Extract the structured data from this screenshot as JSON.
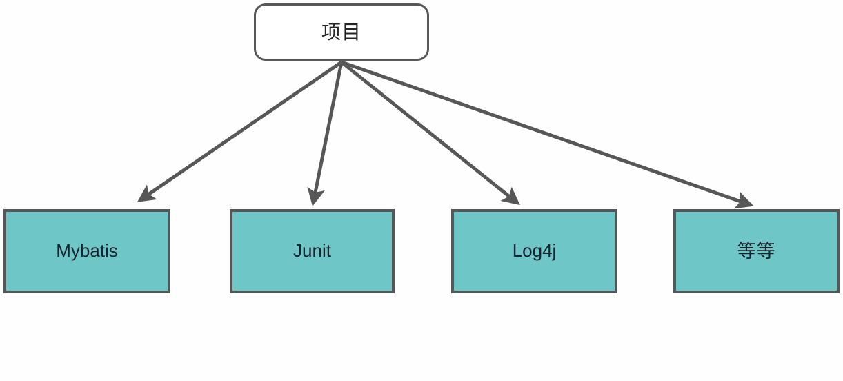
{
  "diagram": {
    "title_node": {
      "id": "root",
      "label": "项目",
      "shape": "rounded-rectangle",
      "fill": "#ffffff",
      "stroke": "#575757"
    },
    "leaf_nodes": [
      {
        "id": "mybatis",
        "label": "Mybatis",
        "shape": "rectangle",
        "fill": "#6ec6c6",
        "stroke": "#50585a"
      },
      {
        "id": "junit",
        "label": "Junit",
        "shape": "rectangle",
        "fill": "#6ec6c6",
        "stroke": "#50585a"
      },
      {
        "id": "log4j",
        "label": "Log4j",
        "shape": "rectangle",
        "fill": "#6ec6c6",
        "stroke": "#50585a"
      },
      {
        "id": "dengdeng",
        "label": "等等",
        "shape": "rectangle",
        "fill": "#6ec6c6",
        "stroke": "#50585a"
      }
    ],
    "edges": [
      {
        "from": "root",
        "to": "mybatis",
        "style": "solid-arrow",
        "color": "#575757"
      },
      {
        "from": "root",
        "to": "junit",
        "style": "solid-arrow",
        "color": "#575757"
      },
      {
        "from": "root",
        "to": "log4j",
        "style": "solid-arrow",
        "color": "#575757"
      },
      {
        "from": "root",
        "to": "dengdeng",
        "style": "solid-arrow",
        "color": "#575757"
      }
    ],
    "background": "#fefefe"
  }
}
